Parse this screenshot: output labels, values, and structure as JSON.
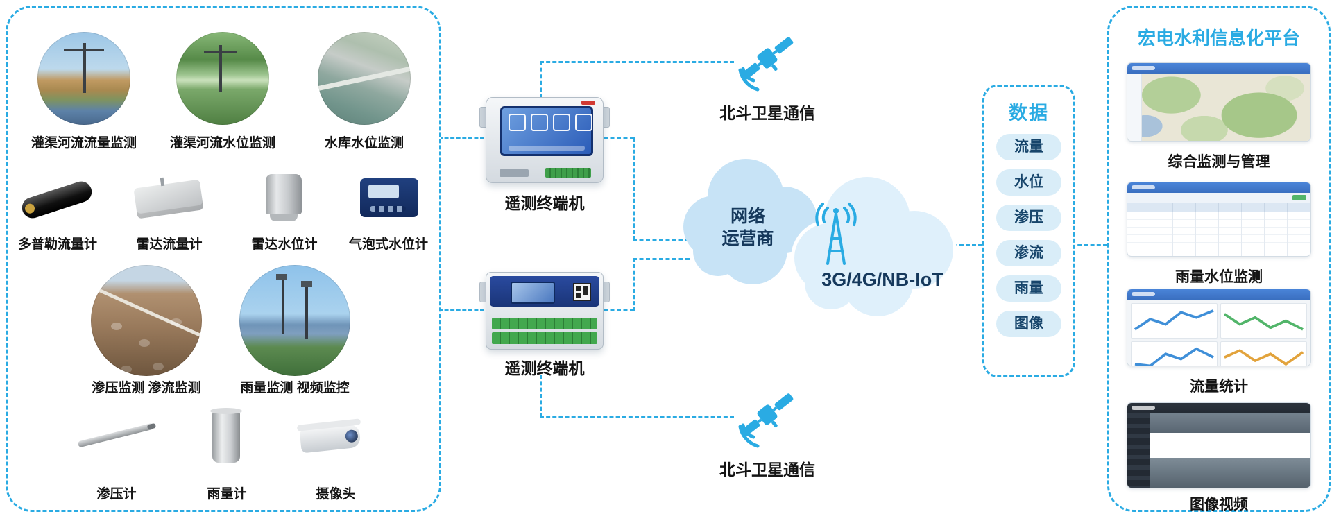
{
  "left_panel": {
    "scenes_top": [
      {
        "label": "灌渠河流流量监测"
      },
      {
        "label": "灌渠河流水位监测"
      },
      {
        "label": "水库水位监测"
      }
    ],
    "sensors_top": [
      {
        "label": "多普勒流量计"
      },
      {
        "label": "雷达流量计"
      },
      {
        "label": "雷达水位计"
      },
      {
        "label": "气泡式水位计"
      }
    ],
    "scenes_bottom": [
      {
        "label": "渗压监测 渗流监测"
      },
      {
        "label": "雨量监测 视频监控"
      }
    ],
    "sensors_bottom": [
      {
        "label": "渗压计"
      },
      {
        "label": "雨量计"
      },
      {
        "label": "摄像头"
      }
    ]
  },
  "middle": {
    "rtu_top": {
      "label": "遥测终端机"
    },
    "rtu_bottom": {
      "label": "遥测终端机"
    },
    "satellite_top": {
      "label": "北斗卫星通信"
    },
    "satellite_bottom": {
      "label": "北斗卫星通信"
    },
    "cloud_network": {
      "line1": "网络",
      "line2": "运营商"
    },
    "cloud_iot": {
      "label": "3G/4G/NB-IoT"
    }
  },
  "data_panel": {
    "title": "数据",
    "items": [
      {
        "label": "流量"
      },
      {
        "label": "水位"
      },
      {
        "label": "渗压"
      },
      {
        "label": "渗流"
      },
      {
        "label": "雨量"
      },
      {
        "label": "图像"
      }
    ]
  },
  "right_panel": {
    "title": "宏电水利信息化平台",
    "screens": [
      {
        "label": "综合监测与管理",
        "kind": "map"
      },
      {
        "label": "雨量水位监测",
        "kind": "table"
      },
      {
        "label": "流量统计",
        "kind": "dashboard"
      },
      {
        "label": "图像视频",
        "kind": "photo"
      }
    ]
  },
  "colors": {
    "accent": "#2aabe3",
    "pill_bg": "#d9edf8",
    "cloud_network_bg": "#c7e3f6",
    "cloud_iot_bg": "#dff0fb",
    "text_dark": "#17456b"
  }
}
